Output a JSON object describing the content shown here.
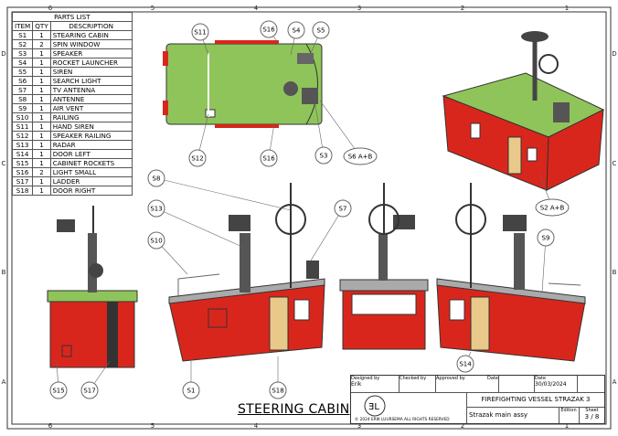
{
  "parts_list": {
    "title": "PARTS LIST",
    "headers": [
      "ITEM",
      "QTY",
      "DESCRIPTION"
    ],
    "rows": [
      [
        "S1",
        "1",
        "STEARING CABIN"
      ],
      [
        "S2",
        "2",
        "SPIN WINDOW"
      ],
      [
        "S3",
        "1",
        "SPEAKER"
      ],
      [
        "S4",
        "1",
        "ROCKET LAUNCHER"
      ],
      [
        "S5",
        "1",
        "SIREN"
      ],
      [
        "S6",
        "1",
        "SEARCH LIGHT"
      ],
      [
        "S7",
        "1",
        "TV ANTENNA"
      ],
      [
        "S8",
        "1",
        "ANTENNE"
      ],
      [
        "S9",
        "1",
        "AIR VENT"
      ],
      [
        "S10",
        "1",
        "RAILING"
      ],
      [
        "S11",
        "1",
        "HAND SIREN"
      ],
      [
        "S12",
        "1",
        "SPEAKER RAILING"
      ],
      [
        "S13",
        "1",
        "RADAR"
      ],
      [
        "S14",
        "1",
        "DOOR LEFT"
      ],
      [
        "S15",
        "1",
        "CABINET ROCKETS"
      ],
      [
        "S16",
        "2",
        "LIGHT SMALL"
      ],
      [
        "S17",
        "1",
        "LADDER"
      ],
      [
        "S18",
        "1",
        "DOOR RIGHT"
      ]
    ]
  },
  "zones": {
    "columns": [
      "6",
      "5",
      "4",
      "3",
      "2",
      "1"
    ],
    "rows": [
      "D",
      "C",
      "B",
      "A"
    ]
  },
  "balloons": [
    "S11",
    "S16",
    "S4",
    "S5",
    "S12",
    "S16",
    "S3",
    "S6 A+B",
    "S2 A+B",
    "S8",
    "S13",
    "S7",
    "S10",
    "S9",
    "S15",
    "S17",
    "S1",
    "S18",
    "S14"
  ],
  "drawing_title": "STEERING CABIN",
  "title_block": {
    "designed_by_label": "Designed by",
    "designed_by": "Erik",
    "checked_by_label": "Checked by",
    "approved_by_label": "Approved by",
    "date_label": "Date",
    "date_label2": "Date",
    "date": "30/03/2024",
    "project": "FIREFIGHTING VESSEL STRAZAK 3",
    "part": "Strazak main assy",
    "edition_label": "Edition",
    "sheet_label": "Sheet",
    "sheet": "3 / 8",
    "copyright": "© 2024 ERIK LUURSEMA ALL RIGHTS RESERVED"
  },
  "colors": {
    "hull": "#d9261c",
    "deck": "#8fc45a",
    "cabin_wood": "#e8c98a",
    "metal": "#555555"
  }
}
